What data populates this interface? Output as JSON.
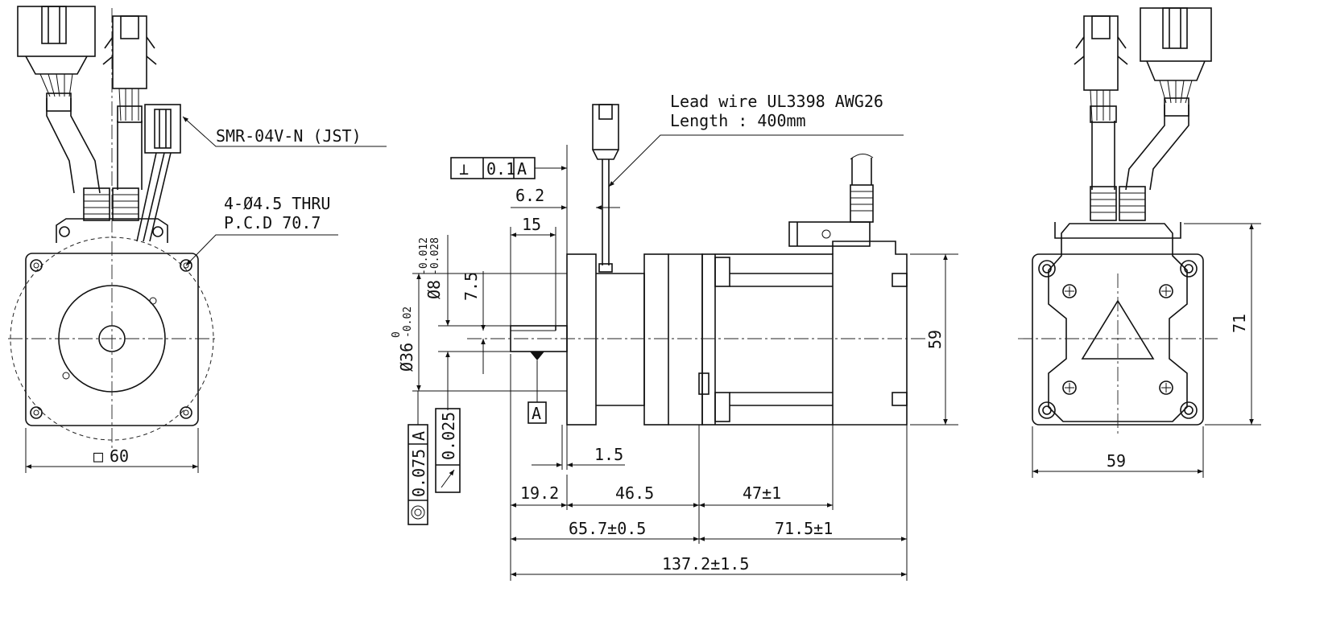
{
  "connector_label": "SMR-04V-N (JST)",
  "hole_note": {
    "line1": "4-Ø4.5 THRU",
    "line2": "P.C.D 70.7"
  },
  "lead_wire": {
    "line1": "Lead wire UL3398 AWG26",
    "line2": "Length : 400mm"
  },
  "tolerances": {
    "perpendicularity": {
      "symbol": "⊥",
      "value": "0.1",
      "datum": "A"
    },
    "concentricity": {
      "symbol": "◎",
      "value": "0.075",
      "datum": "A"
    },
    "runout": {
      "symbol": "↗",
      "value": "0.025"
    },
    "datum_flag": "A"
  },
  "dimensions": {
    "front_square": "60",
    "front_square_symbol": "□",
    "dim_6_2": "6.2",
    "dim_15": "15",
    "dim_7_5": "7.5",
    "shaft_dia": "Ø8",
    "shaft_tol_upper": "-0.012",
    "shaft_tol_lower": "-0.028",
    "pilot_dia": "Ø36",
    "pilot_tol_upper": "0",
    "pilot_tol_lower": "-0.02",
    "dim_1_5": "1.5",
    "dim_19_2": "19.2",
    "dim_46_5": "46.5",
    "dim_47": "47±1",
    "dim_65_7": "65.7±0.5",
    "dim_71_5": "71.5±1",
    "dim_137_2": "137.2±1.5",
    "side_height": "59",
    "rear_height": "71",
    "rear_width": "59"
  }
}
